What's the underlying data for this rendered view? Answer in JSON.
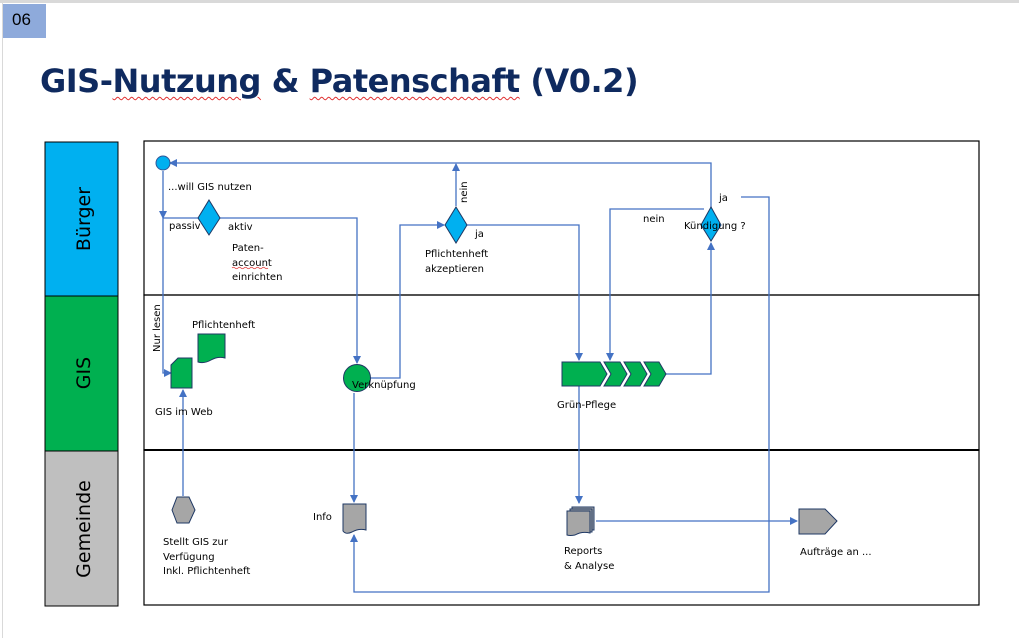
{
  "slide": {
    "number": "06",
    "title_parts": [
      "GIS-",
      "Nutzung",
      " & ",
      "Patenschaft",
      " (V0.2)"
    ]
  },
  "colors": {
    "title": "#0f2a5f",
    "lane_buerger": "#00b0f0",
    "lane_gis": "#00b050",
    "lane_gemeinde": "#bfbfbf",
    "connector": "#4472c4",
    "decision_fill": "#00b0f0",
    "process_fill": "#00b050",
    "gemeinde_shape_fill": "#a6a6a6"
  },
  "lanes": [
    {
      "id": "buerger",
      "label": "Bürger"
    },
    {
      "id": "gis",
      "label": "GIS"
    },
    {
      "id": "gemeinde",
      "label": "Gemeinde"
    }
  ],
  "nodes": {
    "start": {
      "label": "...will GIS nutzen"
    },
    "decision_aktiv": {
      "left_label": "passiv",
      "right_label": "aktiv"
    },
    "paten_account": {
      "lines": [
        "Paten-",
        "account",
        "einrichten"
      ]
    },
    "decision_pflichtenheft": {
      "yes_label": "ja",
      "no_label": "nein",
      "lines": [
        "Pflichtenheft",
        "akzeptieren"
      ]
    },
    "decision_kuendigung": {
      "label": "Kündigung ?",
      "yes_label": "ja",
      "no_label": "nein"
    },
    "nur_lesen": {
      "label": "Nur lesen"
    },
    "pflichtenheft_doc": {
      "label": "Pflichtenheft"
    },
    "gis_im_web": {
      "label": "GIS im Web"
    },
    "verknuepfung": {
      "label": "Verknüpfung"
    },
    "gruen_pflege": {
      "label": "Grün-Pflege"
    },
    "stellt_gis": {
      "lines": [
        "Stellt GIS zur",
        "Verfügung",
        "Inkl. Pflichtenheft"
      ]
    },
    "info": {
      "label": "Info"
    },
    "reports": {
      "lines": [
        "Reports",
        "& Analyse"
      ]
    },
    "auftraege": {
      "label": "Aufträge an ..."
    }
  }
}
